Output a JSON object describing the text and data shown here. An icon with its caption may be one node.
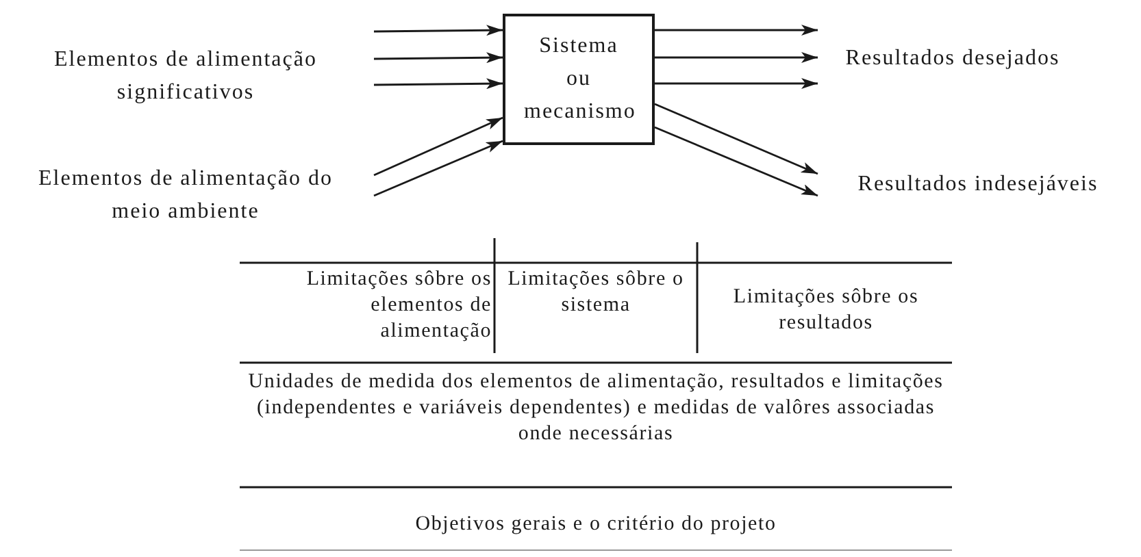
{
  "diagram": {
    "nodes": [
      {
        "text": [
          "Elementos de alimentação significativos"
        ]
      },
      {
        "text": [
          "Elementos de alimentação do meio ambiente"
        ]
      },
      {
        "text": [
          "Sistema ou mecanismo"
        ]
      },
      {
        "text": [
          "Resultados desejados"
        ]
      },
      {
        "text": [
          "Resultados indesejáveis"
        ]
      }
    ],
    "edges": [
      {
        "from": 0,
        "to": 2,
        "arrow": "to"
      },
      {
        "from": 0,
        "to": 2,
        "arrow": "to"
      },
      {
        "from": 0,
        "to": 2,
        "arrow": "to"
      },
      {
        "from": 1,
        "to": 2,
        "arrow": "to"
      },
      {
        "from": 1,
        "to": 2,
        "arrow": "to"
      },
      {
        "from": 2,
        "to": 3,
        "arrow": "to"
      },
      {
        "from": 2,
        "to": 3,
        "arrow": "to"
      },
      {
        "from": 2,
        "to": 3,
        "arrow": "to"
      },
      {
        "from": 2,
        "to": 4,
        "arrow": "to"
      },
      {
        "from": 2,
        "to": 4,
        "arrow": "to"
      }
    ],
    "labels": [
      "Limitações sôbre os elementos de alimentação",
      "Limitações sôbre o sistema",
      "Limitações sôbre os resultados",
      "Unidades de medida dos elementos de alimentação, resultados e limitações (independentes e variáveis dependentes) e medidas de valôres associadas onde necessárias",
      "Objetivos gerais e o critério do projeto"
    ]
  }
}
